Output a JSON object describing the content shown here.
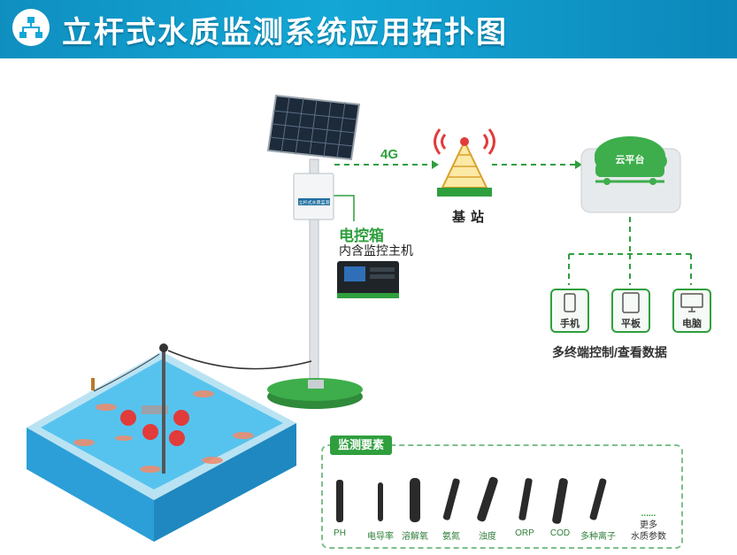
{
  "header": {
    "title": "立杆式水质监测系统应用拓扑图",
    "icon": "topology-icon"
  },
  "labels": {
    "network": "4G",
    "base_station": "基站",
    "control_box": "电控箱",
    "control_box_desc": "内含监控主机",
    "cloud": "云平台",
    "box_panel": "立杆式水质监测"
  },
  "terminals": {
    "caption": "多终端控制/查看数据",
    "items": [
      {
        "label": "手机",
        "icon": "phone-icon"
      },
      {
        "label": "平板",
        "icon": "tablet-icon"
      },
      {
        "label": "电脑",
        "icon": "monitor-icon"
      }
    ]
  },
  "sensors": {
    "title": "监测要素",
    "items": [
      "PH",
      "电导率",
      "溶解氧",
      "氨氮",
      "浊度",
      "ORP",
      "COD",
      "多种离子"
    ],
    "more_dots": "......",
    "more_line1": "更多",
    "more_line2": "水质参数"
  },
  "colors": {
    "header": "#13a7d6",
    "accent_green": "#2f9f3e",
    "water": "#3cb6e6"
  }
}
